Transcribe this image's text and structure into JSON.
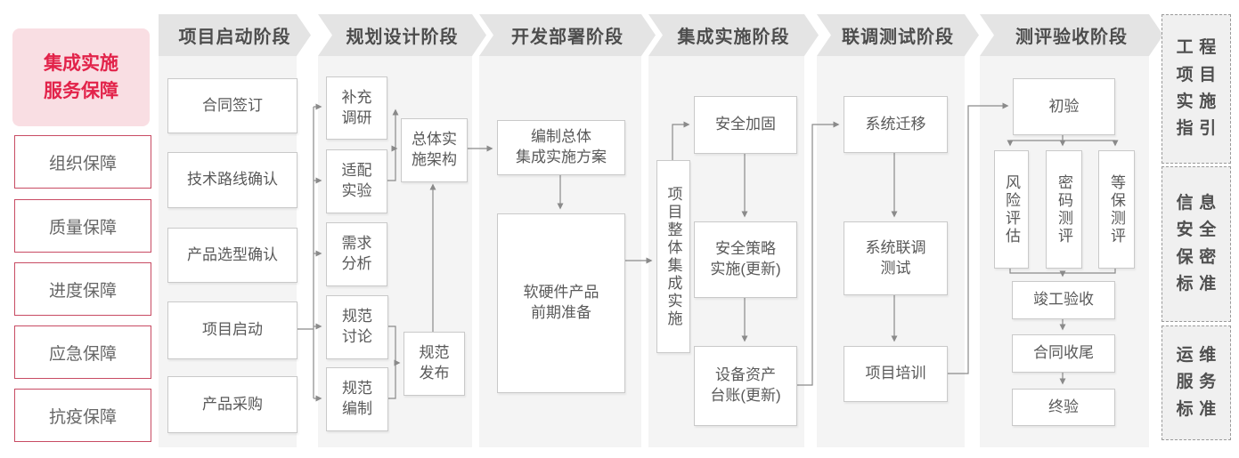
{
  "colors": {
    "accent_red": "#e2234a",
    "pink_background": "#f9dee3",
    "sidebar_red_border": "#c84b63",
    "header_gray": "#e4e4e4",
    "panel_gray": "#f4f4f4",
    "box_border_gray": "#c9c9c9",
    "connector_gray": "#8a8a8a"
  },
  "sidebar": {
    "lead": "集成实施\n服务保障",
    "items": [
      {
        "label": "组织保障"
      },
      {
        "label": "质量保障"
      },
      {
        "label": "进度保障"
      },
      {
        "label": "应急保障"
      },
      {
        "label": "抗疫保障"
      }
    ]
  },
  "phases": [
    {
      "header": "项目启动阶段",
      "boxes": [
        "合同签订",
        "技术路线确认",
        "产品选型确认",
        "项目启动",
        "产品采购"
      ]
    },
    {
      "header": "规划设计阶段",
      "boxes": [
        "补充\n调研",
        "适配\n实验",
        "需求\n分析",
        "规范\n讨论",
        "规范\n编制",
        "总体实\n施架构",
        "规范\n发布"
      ]
    },
    {
      "header": "开发部署阶段",
      "boxes": [
        "编制总体\n集成实施方案",
        "软硬件产品\n前期准备"
      ]
    },
    {
      "header": "集成实施阶段",
      "boxes": [
        "项目整体集成实施",
        "安全加固",
        "安全策略\n实施(更新)",
        "设备资产\n台账(更新)"
      ]
    },
    {
      "header": "联调测试阶段",
      "boxes": [
        "系统迁移",
        "系统联调\n测试",
        "项目培训"
      ]
    },
    {
      "header": "测评验收阶段",
      "boxes": [
        "初验",
        "风险评估",
        "密码测评",
        "等保测评",
        "竣工验收",
        "合同收尾",
        "终验"
      ]
    }
  ],
  "standards": [
    {
      "label": "工程\n项目\n实施\n指引"
    },
    {
      "label": "信息\n安全\n保密\n标准"
    },
    {
      "label": "运维\n服务\n标准"
    }
  ]
}
